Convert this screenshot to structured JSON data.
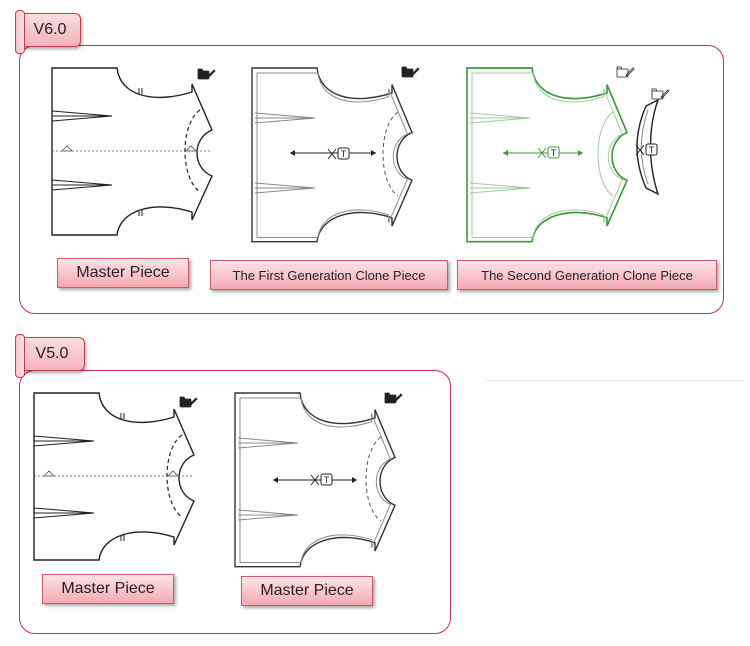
{
  "v6": {
    "tag": "V6.0",
    "labels": [
      "Master Piece",
      "The First Generation Clone Piece",
      "The Second Generation Clone Piece"
    ]
  },
  "v5": {
    "tag": "V5.0",
    "labels": [
      "Master Piece",
      "Master Piece"
    ]
  },
  "colors": {
    "accent": "#c9314a",
    "label_fill": "#f4a9b1",
    "clone_green": "#3a9a3a",
    "outline": "#222222"
  },
  "icons": [
    "folder-pencil-icon",
    "text-tool-icon"
  ],
  "icon_text": {
    "text_tool": "T"
  }
}
